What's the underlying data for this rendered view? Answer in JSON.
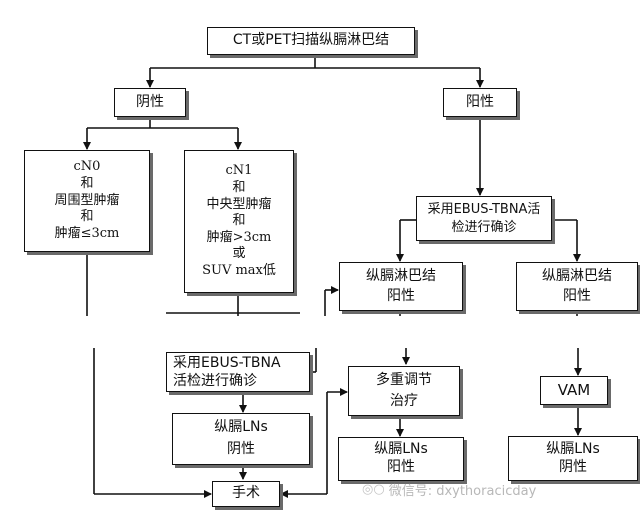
{
  "diagram": {
    "nodes": {
      "ct_pet": "CT或PET扫描纵膈淋巴结",
      "negative": "阴性",
      "positive": "阳性",
      "cn0": [
        "cN0",
        "和",
        "周围型肿瘤",
        "和",
        "肿瘤≤3cm"
      ],
      "cn1": [
        "cN1",
        "和",
        "中央型肿瘤",
        "和",
        "肿瘤>3cm",
        "或",
        "SUV max低"
      ],
      "ebus_right": [
        "采用EBUS-TBNA活",
        "检进行确诊"
      ],
      "ln_positive_1": [
        "纵膈淋巴结",
        "阳性"
      ],
      "ln_positive_2": [
        "纵膈淋巴结",
        "阳性"
      ],
      "ebus_left": [
        "采用EBUS-TBNA",
        "活检进行确诊"
      ],
      "multi_treat": [
        "多重调节",
        "治疗"
      ],
      "vam": "VAM",
      "lns_negative_1": [
        "纵膈LNs",
        "阴性"
      ],
      "lns_positive": [
        "纵膈LNs",
        "阳性"
      ],
      "lns_negative_2": [
        "纵膈LNs",
        "阴性"
      ],
      "surgery": "手术"
    }
  },
  "watermark": {
    "icon": "wechat-icon",
    "text": "微信号: dxythoracicday"
  },
  "colors": {
    "line": "#111111",
    "shadow": "#6a6a6a",
    "watermark": "#b8b8b8"
  }
}
